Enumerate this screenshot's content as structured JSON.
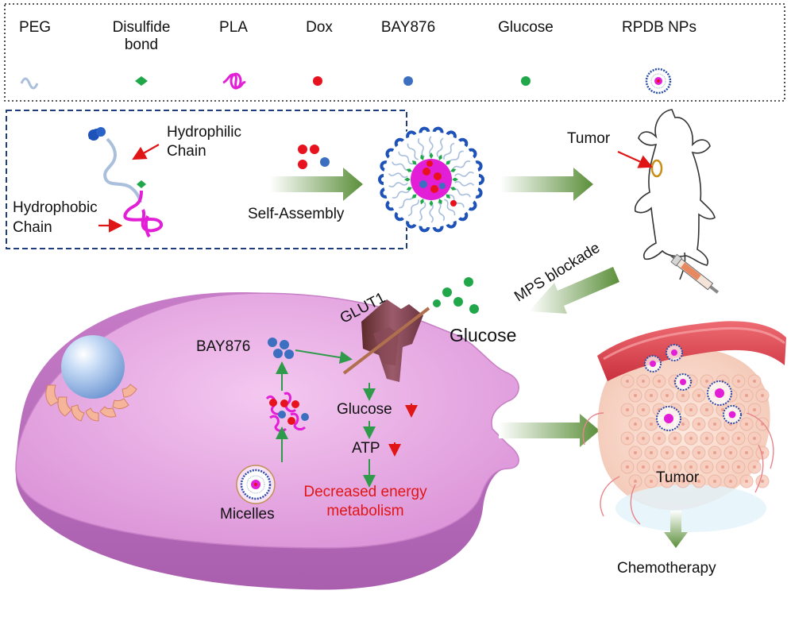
{
  "legend": {
    "items": [
      {
        "label": "PEG",
        "icon": "peg-wave-icon"
      },
      {
        "label": "Disulfide\nbond",
        "icon": "disulfide-diamond-icon"
      },
      {
        "label": "PLA",
        "icon": "pla-coil-icon"
      },
      {
        "label": "Dox",
        "icon": "dox-dot-icon"
      },
      {
        "label": "BAY876",
        "icon": "bay876-dot-icon"
      },
      {
        "label": "Glucose",
        "icon": "glucose-dot-icon"
      },
      {
        "label": "RPDB NPs",
        "icon": "nanoparticle-icon"
      }
    ]
  },
  "assembly": {
    "hydrophilic_line1": "Hydrophilic",
    "hydrophilic_line2": "Chain",
    "hydrophobic_line1": "Hydrophobic",
    "hydrophobic_line2": "Chain",
    "self_assembly": "Self-Assembly"
  },
  "mouse": {
    "tumor_label": "Tumor"
  },
  "flow": {
    "mps_blockade": "MPS blockade"
  },
  "cell": {
    "glut1": "GLUT1",
    "glucose": "Glucose",
    "bay876": "BAY876",
    "glucose_down": "Glucose",
    "atp_down": "ATP",
    "decreased_line1": "Decreased energy",
    "decreased_line2": "metabolism",
    "micelles": "Micelles"
  },
  "tumor_panel": {
    "tumor": "Tumor",
    "chemotherapy": "Chemotherapy"
  },
  "colors": {
    "dox": "#e8121e",
    "bay876": "#3d6fc0",
    "glucose": "#1fa74a",
    "pla": "#e21fd6",
    "peg": "#a9bfdc",
    "arrow_green": "#6a9a45",
    "warning_red": "#e01515"
  }
}
